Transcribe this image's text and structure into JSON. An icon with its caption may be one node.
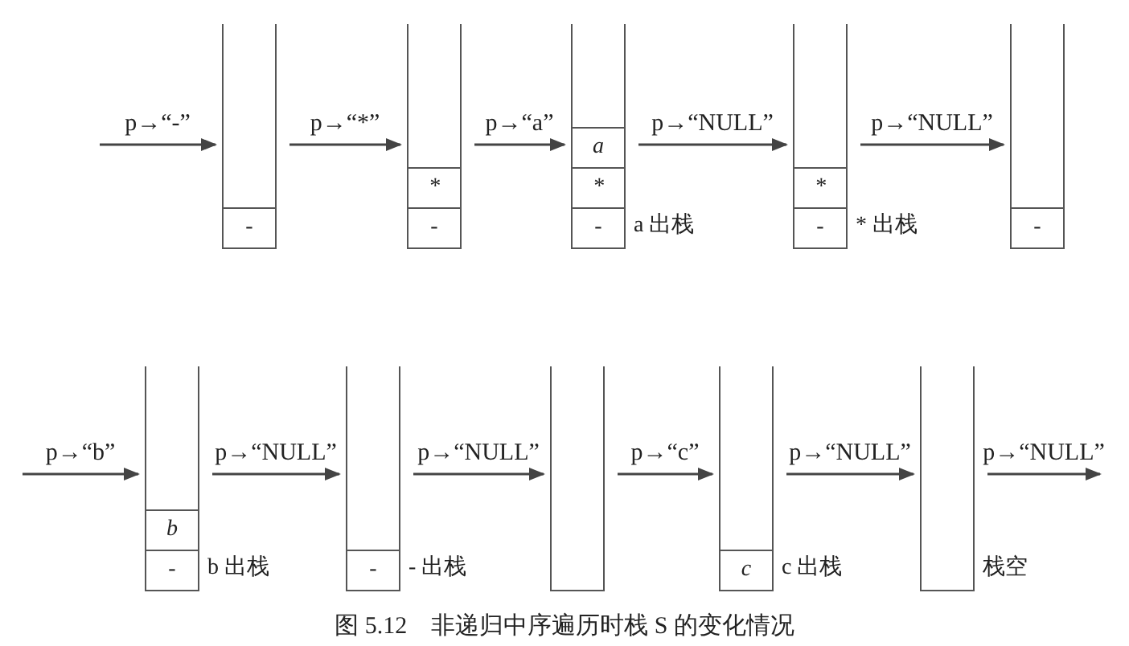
{
  "diagram": {
    "caption": "图 5.12　非递归中序遍历时栈 S 的变化情况",
    "nodes": [
      {
        "text": [],
        "shape": "box"
      },
      {
        "text": [
          "-"
        ],
        "in": 0
      },
      {
        "text": [],
        "shape": "box"
      },
      {
        "text": [
          "*"
        ],
        "in": 2
      },
      {
        "text": [
          "-"
        ],
        "in": 2
      },
      {
        "text": [],
        "shape": "box",
        "beside": [
          "a 出栈"
        ]
      },
      {
        "text": [
          "a"
        ],
        "in": 5
      },
      {
        "text": [
          "*"
        ],
        "in": 5
      },
      {
        "text": [
          "-"
        ],
        "in": 5
      },
      {
        "text": [],
        "shape": "box",
        "beside": [
          "* 出栈"
        ]
      },
      {
        "text": [
          "*"
        ],
        "in": 9
      },
      {
        "text": [
          "-"
        ],
        "in": 9
      },
      {
        "text": [],
        "shape": "box"
      },
      {
        "text": [
          "-"
        ],
        "in": 12
      },
      {
        "text": [],
        "shape": "box",
        "beside": [
          "b 出栈"
        ]
      },
      {
        "text": [
          "b"
        ],
        "in": 14
      },
      {
        "text": [
          "-"
        ],
        "in": 14
      },
      {
        "text": [],
        "shape": "box",
        "beside": [
          "- 出栈"
        ]
      },
      {
        "text": [
          "-"
        ],
        "in": 17
      },
      {
        "text": [],
        "shape": "box"
      },
      {
        "text": [],
        "shape": "box",
        "beside": [
          "c 出栈"
        ]
      },
      {
        "text": [
          "c"
        ],
        "in": 20
      },
      {
        "text": [],
        "shape": "box",
        "beside": [
          "栈空"
        ]
      }
    ],
    "edges": [
      {
        "from": null,
        "to": 0,
        "arrow": "to",
        "label": "p→“-”"
      },
      {
        "from": 0,
        "to": 2,
        "arrow": "to",
        "label": "p→“*”"
      },
      {
        "from": 2,
        "to": 5,
        "arrow": "to",
        "label": "p→“a”"
      },
      {
        "from": 5,
        "to": 9,
        "arrow": "to",
        "label": "p→“NULL”"
      },
      {
        "from": 9,
        "to": 12,
        "arrow": "to",
        "label": "p→“NULL”"
      },
      {
        "from": null,
        "to": 14,
        "arrow": "to",
        "label": "p→“b”"
      },
      {
        "from": 14,
        "to": 17,
        "arrow": "to",
        "label": "p→“NULL”"
      },
      {
        "from": 17,
        "to": 19,
        "arrow": "to",
        "label": "p→“NULL”"
      },
      {
        "from": 19,
        "to": 20,
        "arrow": "to",
        "label": "p→“c”"
      },
      {
        "from": 20,
        "to": 22,
        "arrow": "to",
        "label": "p→“NULL”"
      },
      {
        "from": 22,
        "to": null,
        "arrow": "to",
        "label": "p→“NULL”"
      }
    ]
  }
}
